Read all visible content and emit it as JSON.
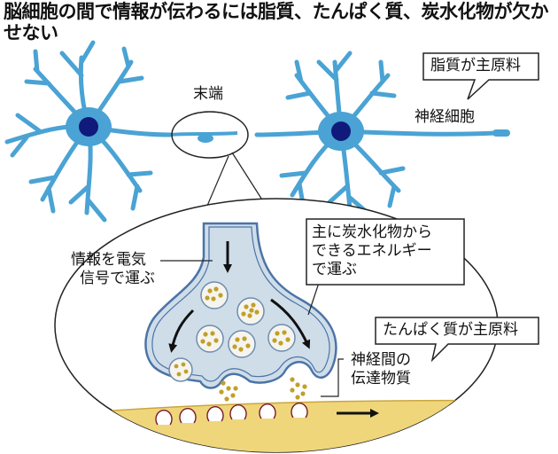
{
  "title": "脳細胞の間で情報が伝わるには脂質、たんぱく質、炭水化物が欠かせない",
  "labels": {
    "terminal": "末端",
    "neuron": "神経細胞",
    "lipid_callout": "脂質が主原料",
    "electric_line1": "情報を電気",
    "electric_line2": "信号で運ぶ",
    "carb_line1": "主に炭水化物から",
    "carb_line2": "できるエネルギー",
    "carb_line3": "で運ぶ",
    "protein_callout": "たんぱく質が主原料",
    "transmitter_line1": "神経間の",
    "transmitter_line2": "伝達物質"
  },
  "colors": {
    "neuron": "#4aa3d4",
    "nucleus": "#101a7a",
    "terminal_fill": "#cfdde9",
    "terminal_stroke": "#4c74a6",
    "vesicle": "#c0a02a",
    "membrane": "#f0d67a"
  }
}
